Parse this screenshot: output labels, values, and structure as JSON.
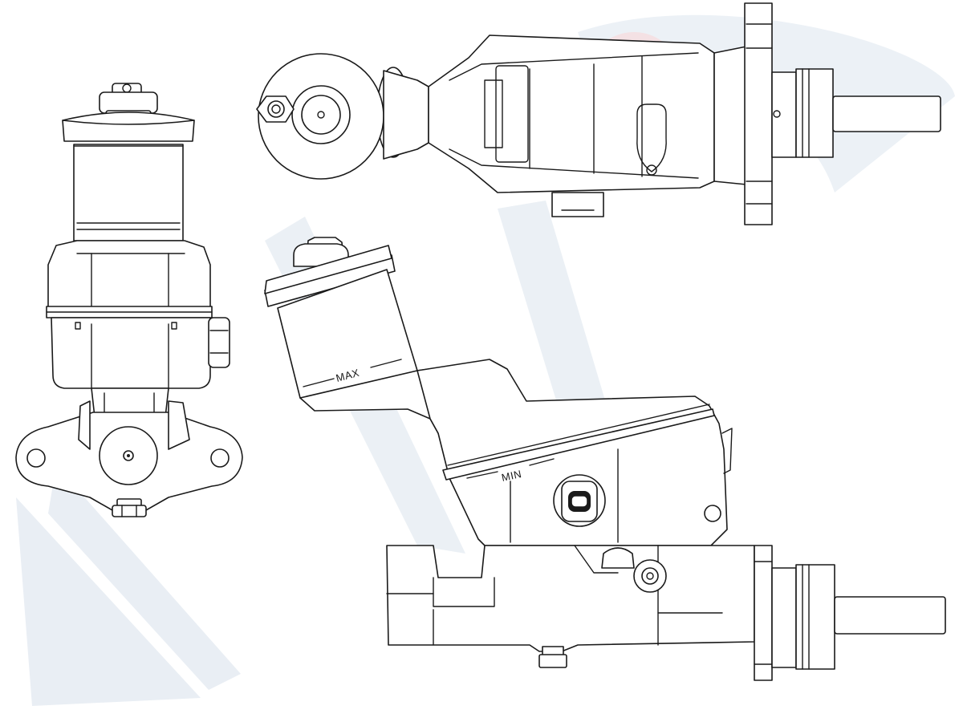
{
  "diagram": {
    "labels": {
      "max": "MAX",
      "min": "MIN"
    },
    "watermark": {
      "text": "DVIC",
      "color": "#e9eef4",
      "accent": "#f6dde0"
    },
    "line_color": "#1a1a1a"
  }
}
